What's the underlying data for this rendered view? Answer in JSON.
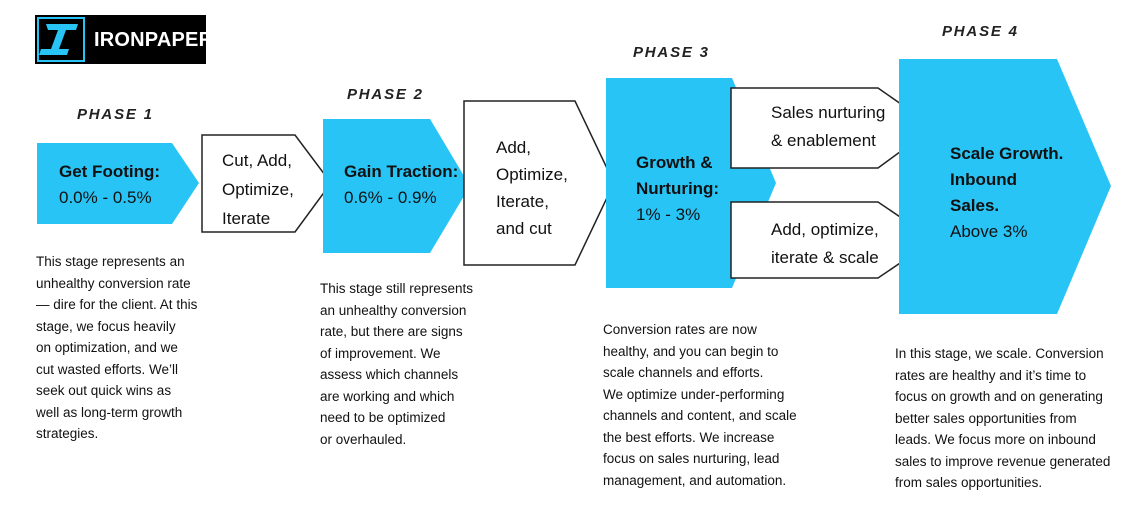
{
  "logo": {
    "brand": "IRONPAPER",
    "mark": "I"
  },
  "colors": {
    "phase_fill": "#29c4f6",
    "outline": "#222222",
    "text": "#111111",
    "logo_bg": "#000000"
  },
  "phase1": {
    "label": "PHASE 1",
    "title": "Get Footing:",
    "range": "0.0% - 0.5%",
    "action": [
      "Cut, Add,",
      "Optimize,",
      "Iterate"
    ],
    "description": [
      "This stage represents an",
      "unhealthy conversion rate",
      "— dire for the client. At this",
      "stage, we focus heavily",
      "on optimization, and we",
      "cut wasted efforts. We’ll",
      "seek out quick wins as",
      "well as long-term growth",
      "strategies."
    ]
  },
  "phase2": {
    "label": "PHASE 2",
    "title": "Gain Traction:",
    "range": "0.6% - 0.9%",
    "action": [
      "Add,",
      "Optimize,",
      "Iterate,",
      "and cut"
    ],
    "description": [
      "This stage still represents",
      "an unhealthy conversion",
      "rate, but there are signs",
      "of improvement. We",
      "assess which channels",
      "are working and which",
      "need to be optimized",
      "or overhauled."
    ]
  },
  "phase3": {
    "label": "PHASE 3",
    "title": [
      "Growth &",
      "Nurturing:"
    ],
    "range": "1% - 3%",
    "action_top": [
      "Sales nurturing",
      "& enablement"
    ],
    "action_bottom": [
      "Add, optimize,",
      "iterate & scale"
    ],
    "description": [
      "Conversion rates are now",
      "healthy, and you can begin to",
      "scale channels and efforts.",
      "We optimize under-performing",
      "channels and content, and scale",
      "the best efforts. We increase",
      "focus on sales nurturing, lead",
      "management, and automation."
    ]
  },
  "phase4": {
    "label": "PHASE 4",
    "title": [
      "Scale Growth.",
      "Inbound",
      "Sales."
    ],
    "range": "Above 3%",
    "description": [
      "In this stage, we scale. Conversion",
      "rates are healthy and it’s time to",
      "focus on growth and on generating",
      "better sales opportunities from",
      "leads. We focus more on inbound",
      "sales to improve revenue generated",
      "from sales opportunities."
    ]
  }
}
